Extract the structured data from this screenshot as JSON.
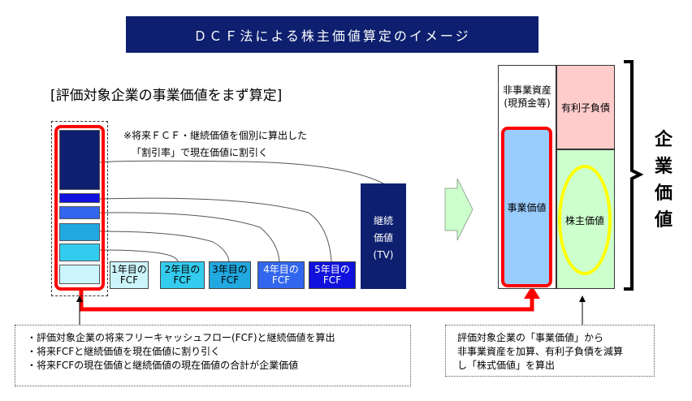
{
  "title": "ＤＣＦ法による株主価値算定のイメージ",
  "subheading": "[評価対象企業の事業価値をまず算定]",
  "note": {
    "line1": "※将来ＦＣＦ・継続価値を個別に算出した",
    "line2": "「割引率」で現在価値に割引く"
  },
  "years": [
    {
      "line1": "1年目の",
      "line2": "FCF",
      "bg": "#ccf5fb",
      "fg": "#000000"
    },
    {
      "line1": "2年目の",
      "line2": "FCF",
      "bg": "#33ccee",
      "fg": "#000000"
    },
    {
      "line1": "3年目の",
      "line2": "FCF",
      "bg": "#22a8e0",
      "fg": "#000000"
    },
    {
      "line1": "4年目の",
      "line2": "FCF",
      "bg": "#3366ee",
      "fg": "#ffffff"
    },
    {
      "line1": "5年目の",
      "line2": "FCF",
      "bg": "#1111dd",
      "fg": "#ffffff"
    }
  ],
  "tv": {
    "line1": "継続",
    "line2": "価値",
    "line3": "(TV)"
  },
  "balance": {
    "non_business_assets_1": "非事業資産",
    "non_business_assets_2": "(現預金等)",
    "interest_bearing_debt": "有利子負債",
    "business_value": "事業価値",
    "shareholder_value": "株主価値"
  },
  "enterprise_value": [
    "企",
    "業",
    "価",
    "値"
  ],
  "desc_left": [
    "・評価対象企業の将来フリーキャッシュフロー(FCF)と継続価値を算出",
    "・将来FCFと継続価値を現在価値に割り引く",
    "・将来FCFの現在価値と継続価値の現在価値の合計が企業価値"
  ],
  "desc_right": [
    "評価対象企業の「事業価値」から",
    "非事業資産を加算、有利子負債を減算",
    "し「株式価値」を算出"
  ],
  "colors": {
    "navy": "#0d1f6e",
    "red": "#ff0000",
    "yellow": "#ffff00",
    "business": "#99ccff",
    "debt": "#ffcccc",
    "shareholder": "#ccffcc",
    "arrow": "#ccffcc"
  }
}
